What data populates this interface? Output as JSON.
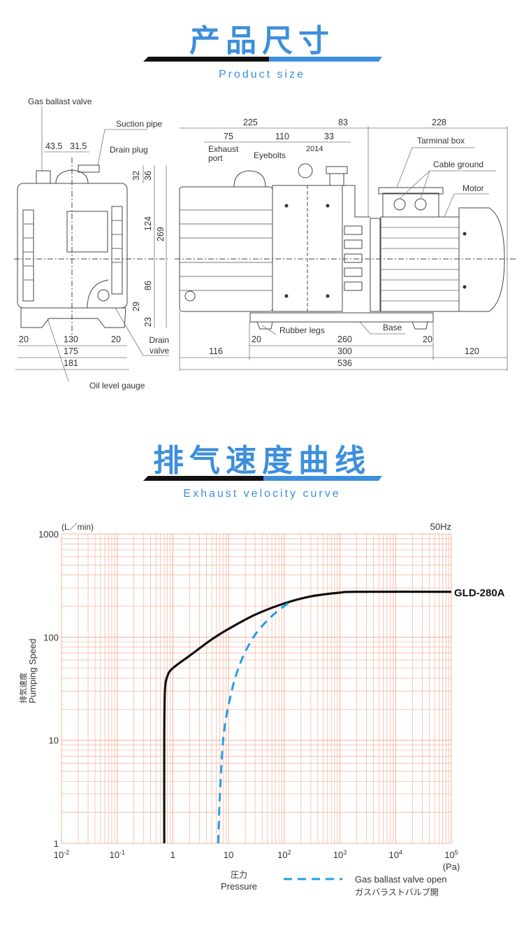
{
  "section1": {
    "title": "产品尺寸",
    "subtitle": "Product size"
  },
  "section2": {
    "title": "排气速度曲线",
    "subtitle": "Exhaust velocity curve"
  },
  "colors": {
    "accent": "#3d8fdc",
    "grid": "#f4b09a",
    "curve": "#111111",
    "dashed": "#1ea0ea"
  },
  "front_view": {
    "labels": {
      "gas_ballast_valve": "Gas ballast valve",
      "suction_pipe": "Suction pipe",
      "drain_plug": "Drain plug",
      "drain_valve_1": "Drain",
      "drain_valve_2": "valve",
      "oil_level_gauge": "Oil level gauge"
    },
    "dims": {
      "d43_5": "43.5",
      "d31_5": "31.5",
      "d32": "32",
      "d36": "36",
      "d124": "124",
      "d269": "269",
      "d86": "86",
      "d29": "29",
      "d23": "23",
      "d20a": "20",
      "d130": "130",
      "d20b": "20",
      "d175": "175",
      "d181": "181"
    }
  },
  "side_view": {
    "labels": {
      "exhaust_port_1": "Exhaust",
      "exhaust_port_2": "port",
      "eyebolts": "Eyebolts",
      "terminal_box": "Tarminal box",
      "cable_ground": "Cable ground",
      "motor": "Motor",
      "rubber_legs": "Rubber legs",
      "base": "Base"
    },
    "dims": {
      "d225": "225",
      "d83": "83",
      "d228": "228",
      "d75": "75",
      "d110": "110",
      "d33": "33",
      "d2014": "2014",
      "d20a": "20",
      "d260": "260",
      "d20b": "20",
      "d116": "116",
      "d300": "300",
      "d120": "120",
      "d536": "536"
    }
  },
  "chart_data": {
    "type": "line",
    "title": "",
    "unit_y": "(L／min)",
    "frequency": "50Hz",
    "ylabel_jp": "排気速度",
    "ylabel": "Pumping Speed",
    "xlabel_jp": "圧力",
    "xlabel": "Pressure",
    "x_unit": "(Pa)",
    "x_scale": "log",
    "y_scale": "log",
    "xlim": [
      0.01,
      100000
    ],
    "ylim": [
      1,
      1000
    ],
    "x_ticks": [
      "10-2",
      "10-1",
      "1",
      "10",
      "102",
      "103",
      "104",
      "105"
    ],
    "y_ticks": [
      "1",
      "10",
      "100",
      "1000"
    ],
    "grid": true,
    "series": [
      {
        "name": "GLD-280A",
        "style": "solid",
        "points": [
          [
            0.7,
            1
          ],
          [
            0.7,
            10
          ],
          [
            0.72,
            30
          ],
          [
            0.8,
            42
          ],
          [
            1,
            50
          ],
          [
            2,
            66
          ],
          [
            5,
            95
          ],
          [
            10,
            120
          ],
          [
            30,
            165
          ],
          [
            100,
            212
          ],
          [
            300,
            248
          ],
          [
            1000,
            270
          ],
          [
            2000,
            275
          ],
          [
            100000,
            275
          ]
        ]
      },
      {
        "name": "Gas ballast valve open",
        "name_jp": "ガスバラストバルブ開",
        "style": "dashed",
        "points": [
          [
            6.5,
            1
          ],
          [
            7,
            3
          ],
          [
            8,
            10
          ],
          [
            10,
            22
          ],
          [
            15,
            50
          ],
          [
            28,
            100
          ],
          [
            60,
            160
          ],
          [
            120,
            215
          ]
        ]
      }
    ],
    "legend": {
      "label": "Gas ballast valve open",
      "label_jp": "ガスバラストバルブ開",
      "placement": "bottom-right"
    }
  }
}
